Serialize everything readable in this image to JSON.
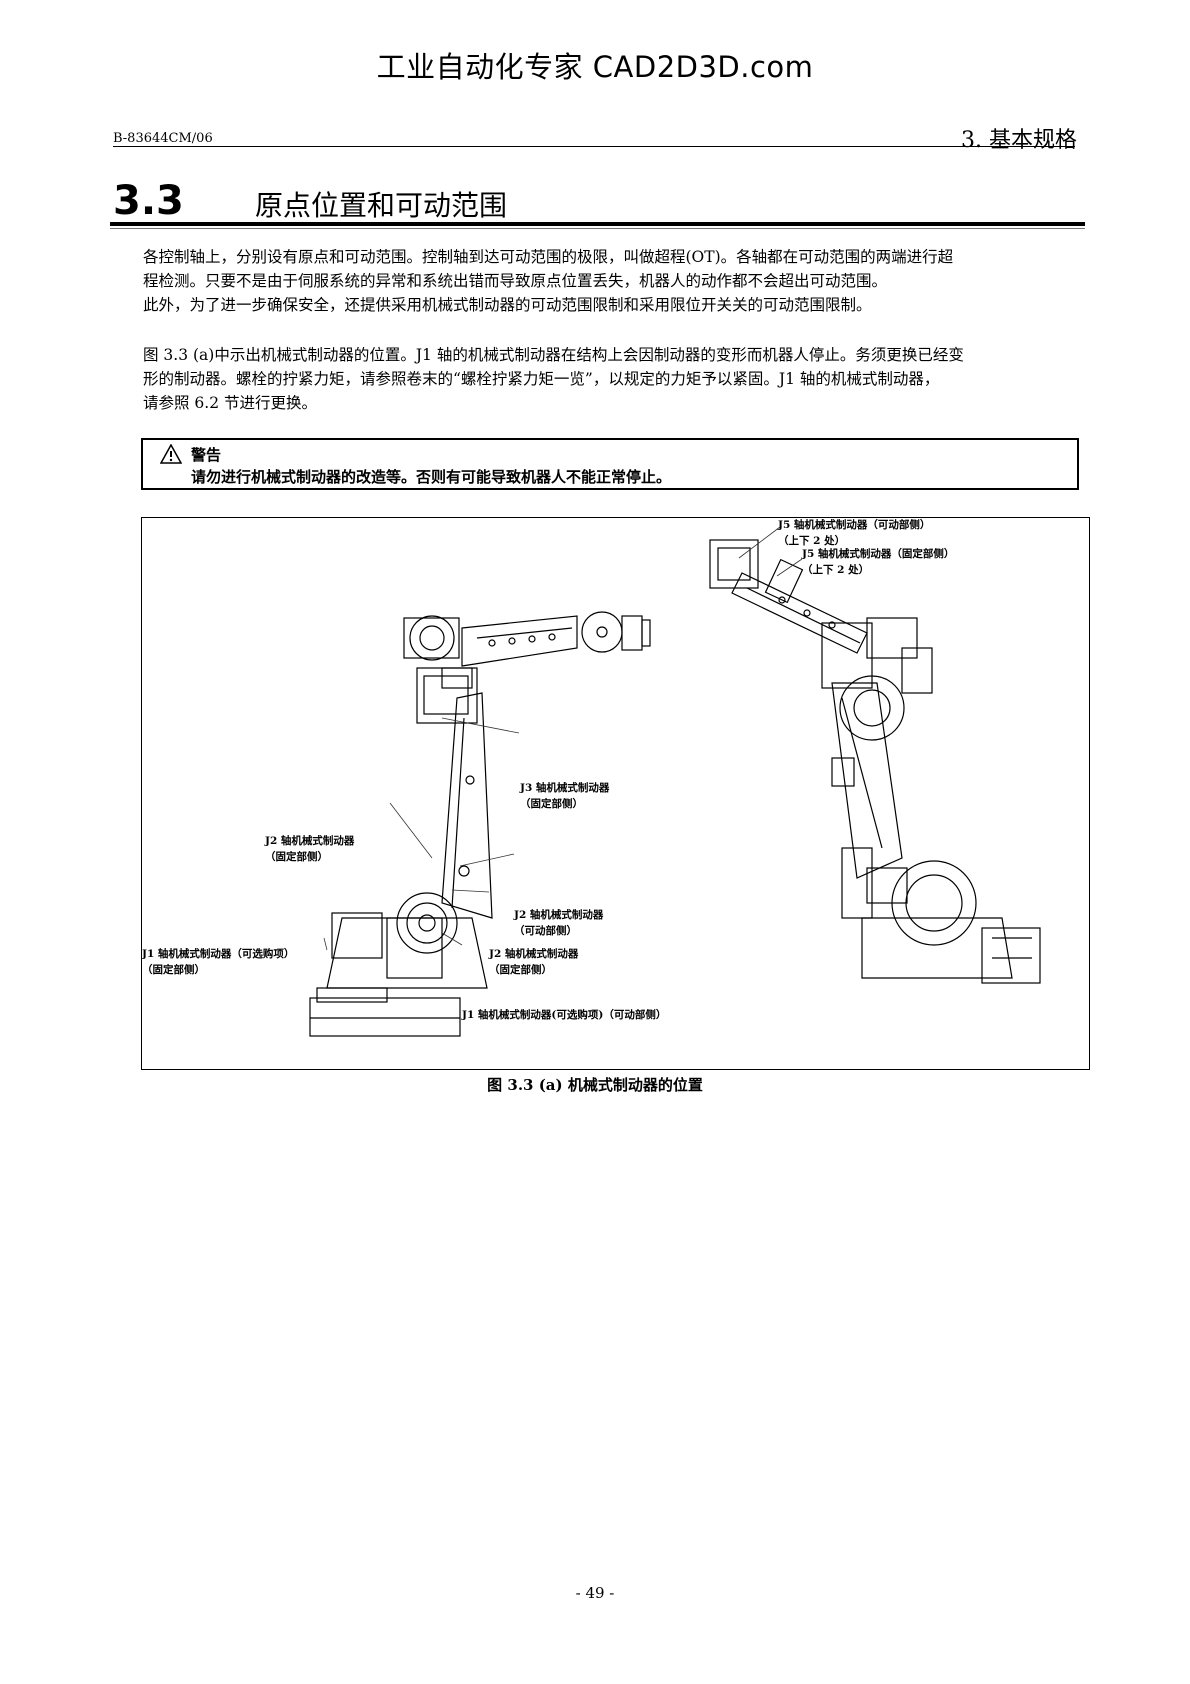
{
  "watermark": "工业自动化专家 CAD2D3D.com",
  "header": {
    "doc_id": "B-83644CM/06",
    "chapter": "3. 基本规格"
  },
  "section": {
    "number": "3.3",
    "title": "原点位置和可动范围"
  },
  "paragraphs": {
    "p1_lines": [
      "各控制轴上，分别设有原点和可动范围。控制轴到达可动范围的极限，叫做超程(OT)。各轴都在可动范围的两端进行超",
      "程检测。只要不是由于伺服系统的异常和系统出错而导致原点位置丢失，机器人的动作都不会超出可动范围。",
      "此外，为了进一步确保安全，还提供采用机械式制动器的可动范围限制和采用限位开关关的可动范围限制。"
    ],
    "p2_lines": [
      "图 3.3 (a)中示出机械式制动器的位置。J1 轴的机械式制动器在结构上会因制动器的变形而机器人停止。务须更换已经变",
      "形的制动器。螺栓的拧紧力矩，请参照卷末的“螺栓拧紧力矩一览”，以规定的力矩予以紧固。J1 轴的机械式制动器，",
      "请参照 6.2 节进行更换。"
    ]
  },
  "warning": {
    "label": "警告",
    "text": "请勿进行机械式制动器的改造等。否则有可能导致机器人不能正常停止。"
  },
  "figure": {
    "caption": "图 3.3 (a)  机械式制动器的位置",
    "labels": {
      "j5_movable_1": "J5 轴机械式制动器（可动部侧）",
      "j5_movable_2": "（上下 2 处）",
      "j5_fixed_1": "J5 轴机械式制动器（固定部侧）",
      "j5_fixed_2": "（上下 2 处）",
      "j3_fixed_1": "J3 轴机械式制动器",
      "j3_fixed_2": "（固定部侧）",
      "j2_fixed_left_1": "J2 轴机械式制动器",
      "j2_fixed_left_2": "（固定部侧）",
      "j2_movable_1": "J2 轴机械式制动器",
      "j2_movable_2": "（可动部侧）",
      "j2_fixed_right_1": "J2 轴机械式制动器",
      "j2_fixed_right_2": "（固定部侧）",
      "j1_fixed_1": "J1 轴机械式制动器（可选购项）",
      "j1_fixed_2": "（固定部侧）",
      "j1_movable": "J1 轴机械式制动器(可选购项)（可动部侧）"
    }
  },
  "page_number": "- 49 -"
}
